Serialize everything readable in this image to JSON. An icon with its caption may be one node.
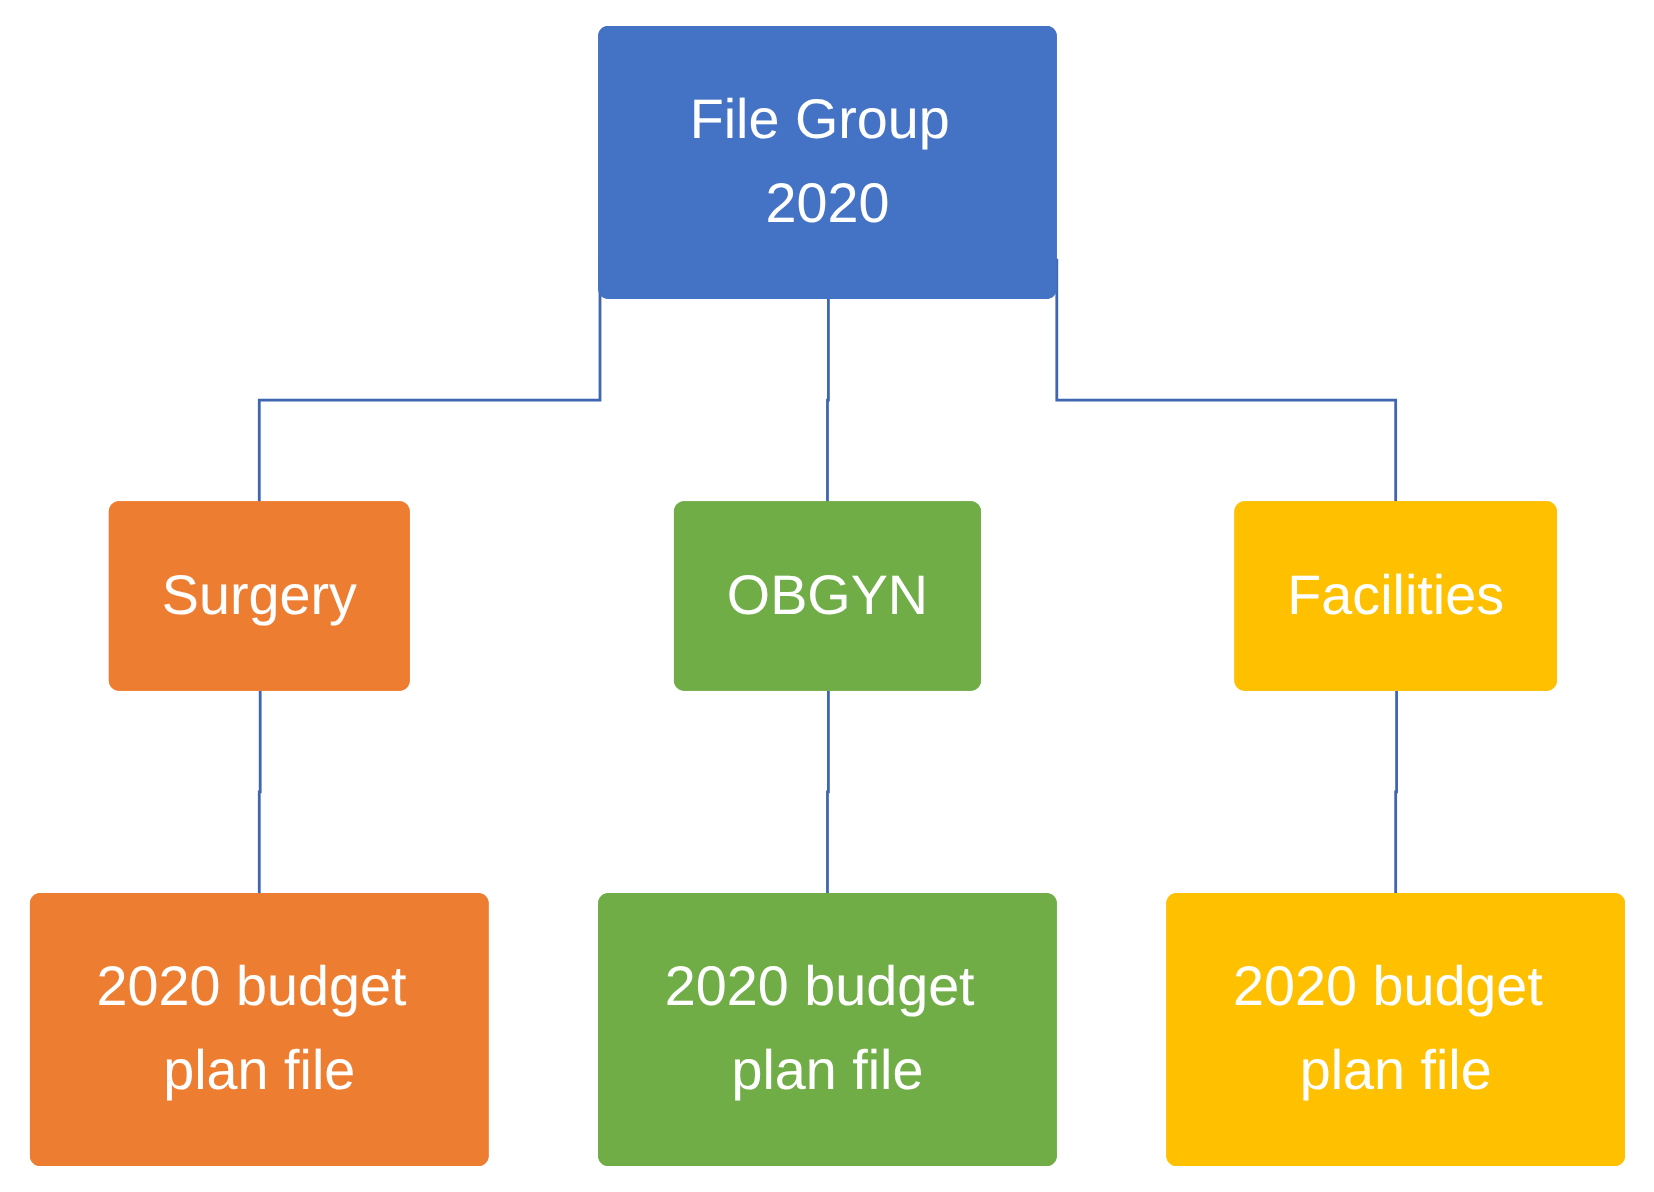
{
  "diagram": {
    "nodes": [
      {
        "text": [
          "File Group 2020"
        ]
      },
      {
        "text": [
          "Surgery"
        ]
      },
      {
        "text": [
          "OBGYN"
        ]
      },
      {
        "text": [
          "Facilities"
        ]
      },
      {
        "text": [
          "2020 budget plan file"
        ]
      },
      {
        "text": [
          "2020 budget plan file"
        ]
      },
      {
        "text": [
          "2020 budget plan file"
        ]
      }
    ],
    "edges": [
      {
        "from": 0,
        "to": 1,
        "arrow": "none"
      },
      {
        "from": 0,
        "to": 2,
        "arrow": "none"
      },
      {
        "from": 0,
        "to": 3,
        "arrow": "none"
      },
      {
        "from": 1,
        "to": 4,
        "arrow": "none"
      },
      {
        "from": 2,
        "to": 5,
        "arrow": "none"
      },
      {
        "from": 3,
        "to": 6,
        "arrow": "none"
      }
    ]
  }
}
